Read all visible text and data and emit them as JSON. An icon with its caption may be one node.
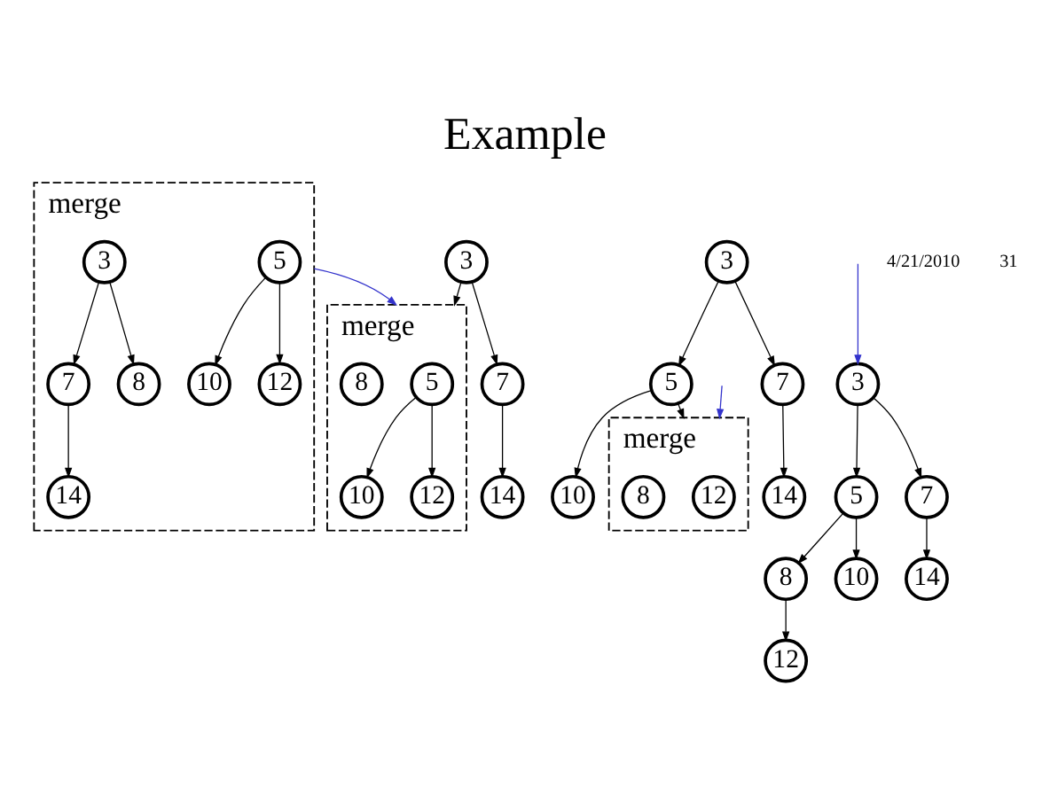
{
  "diagram": {
    "title": "Example",
    "nodes": [
      {
        "text": [
          "merge"
        ]
      },
      {
        "text": [
          "5"
        ],
        "in": 0
      },
      {
        "text": [
          "10"
        ],
        "in": 0
      },
      {
        "text": [
          "12"
        ],
        "in": 0
      },
      {
        "text": [
          "3"
        ],
        "in": 0
      },
      {
        "text": [
          "7"
        ],
        "in": 0
      },
      {
        "text": [
          "8"
        ],
        "in": 0
      },
      {
        "text": [
          "14"
        ],
        "in": 0
      },
      {
        "text": [
          "3"
        ]
      },
      {
        "text": [
          "merge"
        ]
      },
      {
        "text": [
          "5"
        ],
        "in": 9
      },
      {
        "text": [
          "10"
        ],
        "in": 9
      },
      {
        "text": [
          "12"
        ],
        "in": 9
      },
      {
        "text": [
          "8"
        ],
        "in": 9
      },
      {
        "text": [
          "7"
        ]
      },
      {
        "text": [
          "14"
        ]
      },
      {
        "text": [
          "3"
        ]
      },
      {
        "text": [
          "5"
        ]
      },
      {
        "text": [
          "7"
        ]
      },
      {
        "text": [
          "merge"
        ]
      },
      {
        "text": [
          "12"
        ],
        "in": 19
      },
      {
        "text": [
          "8"
        ],
        "in": 19
      },
      {
        "text": [
          "10"
        ]
      },
      {
        "text": [
          "14"
        ]
      },
      {
        "text": [
          "3"
        ]
      },
      {
        "text": [
          "5"
        ]
      },
      {
        "text": [
          "7"
        ]
      },
      {
        "text": [
          "8"
        ]
      },
      {
        "text": [
          "10"
        ]
      },
      {
        "text": [
          "14"
        ]
      },
      {
        "text": [
          "12"
        ]
      }
    ],
    "edges": [
      {
        "from": 1,
        "to": 2,
        "arrow": "to"
      },
      {
        "from": 1,
        "to": 3,
        "arrow": "to"
      },
      {
        "from": 4,
        "to": 5,
        "arrow": "to"
      },
      {
        "from": 4,
        "to": 6,
        "arrow": "to"
      },
      {
        "from": 5,
        "to": 7,
        "arrow": "to"
      },
      {
        "from": 0,
        "to": 9,
        "arrow": "to",
        "color": "#3333cc"
      },
      {
        "from": 8,
        "to": 9,
        "arrow": "to"
      },
      {
        "from": 8,
        "to": 14,
        "arrow": "to"
      },
      {
        "from": 10,
        "to": 11,
        "arrow": "to"
      },
      {
        "from": 10,
        "to": 12,
        "arrow": "to"
      },
      {
        "from": 14,
        "to": 15,
        "arrow": "to"
      },
      {
        "from": null,
        "to": 19,
        "arrow": "to",
        "color": "#3333cc"
      },
      {
        "from": 16,
        "to": 17,
        "arrow": "to"
      },
      {
        "from": 16,
        "to": 18,
        "arrow": "to"
      },
      {
        "from": 17,
        "to": 19,
        "arrow": "to"
      },
      {
        "from": 17,
        "to": 22,
        "arrow": "to"
      },
      {
        "from": 18,
        "to": 23,
        "arrow": "to"
      },
      {
        "from": null,
        "to": 24,
        "arrow": "to",
        "color": "#3333cc"
      },
      {
        "from": 24,
        "to": 25,
        "arrow": "to"
      },
      {
        "from": 24,
        "to": 26,
        "arrow": "to"
      },
      {
        "from": 25,
        "to": 27,
        "arrow": "to"
      },
      {
        "from": 25,
        "to": 28,
        "arrow": "to"
      },
      {
        "from": 26,
        "to": 29,
        "arrow": "to"
      },
      {
        "from": 27,
        "to": 30,
        "arrow": "to"
      }
    ],
    "labels": [
      "4/21/2010",
      "31"
    ]
  }
}
